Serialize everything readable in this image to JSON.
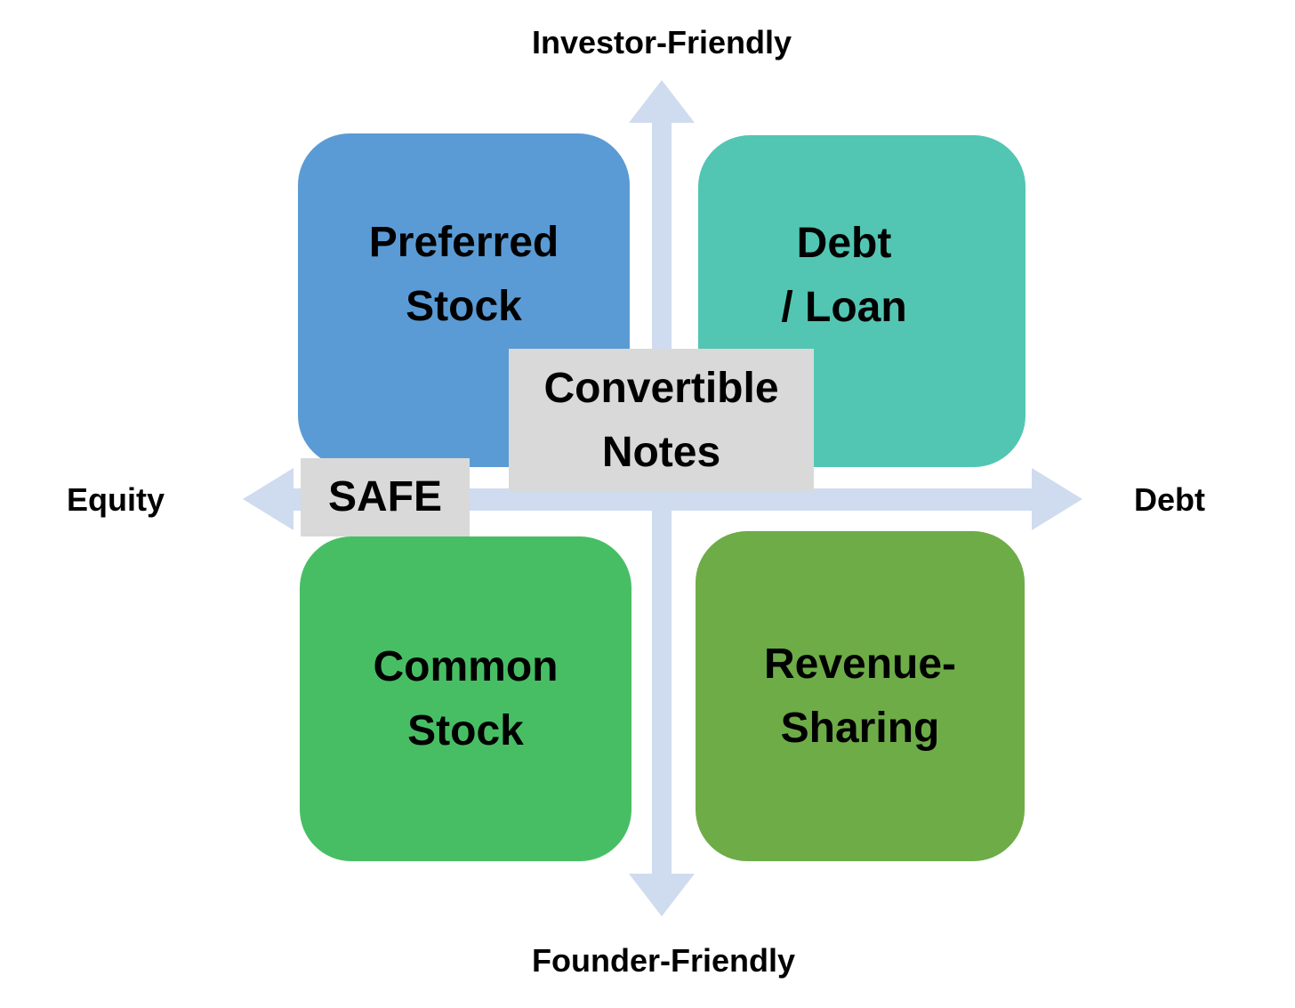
{
  "axes": {
    "top_label": "Investor-Friendly",
    "bottom_label": "Founder-Friendly",
    "left_label": "Equity",
    "right_label": "Debt",
    "arrow_color": "#CFDBEF"
  },
  "quadrants": {
    "top_left": {
      "line1": "Preferred",
      "line2": "Stock",
      "color": "#5B9BD5"
    },
    "top_right": {
      "line1": "Debt",
      "line2": "/ Loan",
      "color": "#52C6B3"
    },
    "bottom_left": {
      "line1": "Common",
      "line2": "Stock",
      "color": "#48BE64"
    },
    "bottom_right": {
      "line1": "Revenue-",
      "line2": "Sharing",
      "color": "#6EAC48"
    }
  },
  "overlays": {
    "convertible_notes": {
      "line1": "Convertible",
      "line2": "Notes",
      "color": "#D9D9D9"
    },
    "safe": {
      "label": "SAFE",
      "color": "#D9D9D9"
    }
  },
  "text_color": "#000000",
  "background_color": "#FFFFFF"
}
